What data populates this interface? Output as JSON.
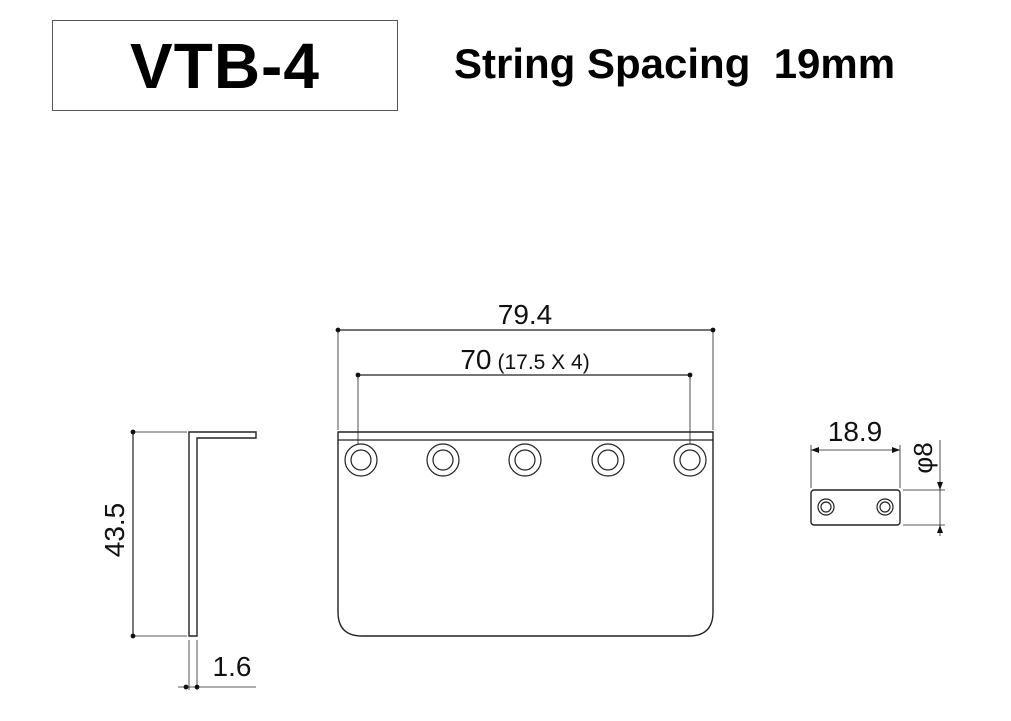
{
  "header": {
    "model": "VTB-4",
    "spacing_label": "String Spacing",
    "spacing_value": "19mm"
  },
  "dimensions": {
    "overall_width": "79.4",
    "hole_span": "70",
    "hole_span_detail": "(17.5 X 4)",
    "height": "43.5",
    "thickness": "1.6",
    "spacer_length": "18.9",
    "spacer_diameter": "φ8"
  },
  "drawing": {
    "hole_count": 5,
    "line_color": "#222222"
  }
}
